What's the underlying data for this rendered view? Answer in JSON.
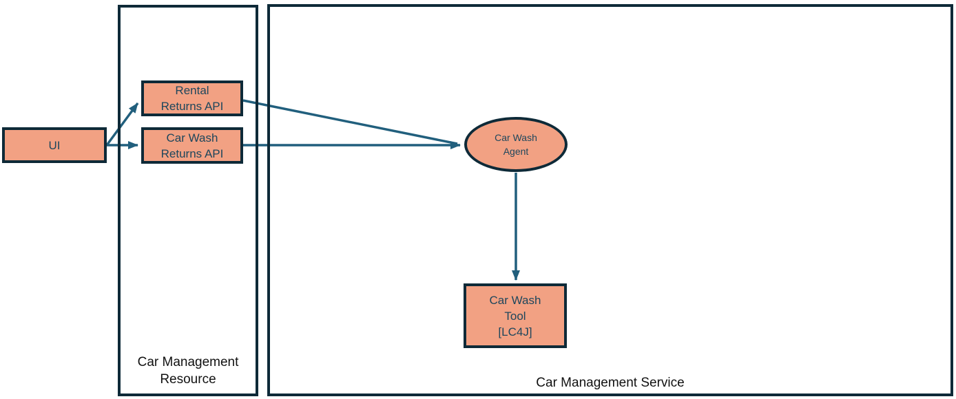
{
  "diagram": {
    "type": "architecture-diagram",
    "containers": [
      {
        "id": "resource",
        "label": "Car Management Resource"
      },
      {
        "id": "service",
        "label": "Car Management Service"
      }
    ],
    "nodes": [
      {
        "id": "ui",
        "shape": "rect",
        "label": "UI"
      },
      {
        "id": "rental-returns-api",
        "shape": "rect",
        "label": "Rental\nReturns API"
      },
      {
        "id": "car-wash-returns-api",
        "shape": "rect",
        "label": "Car Wash\nReturns API"
      },
      {
        "id": "car-wash-agent",
        "shape": "ellipse",
        "label": "Car Wash\nAgent"
      },
      {
        "id": "car-wash-tool",
        "shape": "rect",
        "label": "Car Wash\nTool\n[LC4J]"
      }
    ],
    "edges": [
      {
        "from": "ui",
        "to": "rental-returns-api"
      },
      {
        "from": "ui",
        "to": "car-wash-returns-api"
      },
      {
        "from": "rental-returns-api",
        "to": "car-wash-agent"
      },
      {
        "from": "car-wash-returns-api",
        "to": "car-wash-agent"
      },
      {
        "from": "car-wash-agent",
        "to": "car-wash-tool"
      }
    ],
    "colors": {
      "background": "#FFFFFF",
      "node_fill": "#F2A183",
      "node_border": "#0E2A38",
      "node_text": "#1D465C",
      "container_border": "#0E2A38",
      "container_label_text": "#111111",
      "arrow": "#215F7D"
    }
  }
}
